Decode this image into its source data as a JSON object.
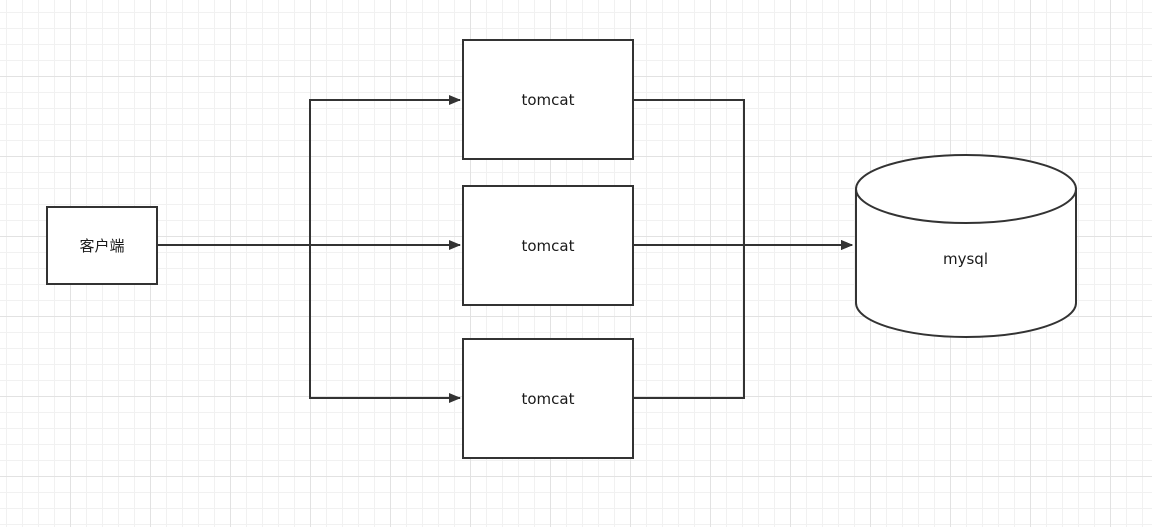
{
  "diagram": {
    "client": {
      "label": "客户端"
    },
    "servers": [
      {
        "label": "tomcat"
      },
      {
        "label": "tomcat"
      },
      {
        "label": "tomcat"
      }
    ],
    "database": {
      "label": "mysql"
    }
  },
  "colors": {
    "stroke": "#333333",
    "background": "#ffffff",
    "grid_major": "#e2e2e2",
    "grid_minor": "#f1f1f1"
  }
}
